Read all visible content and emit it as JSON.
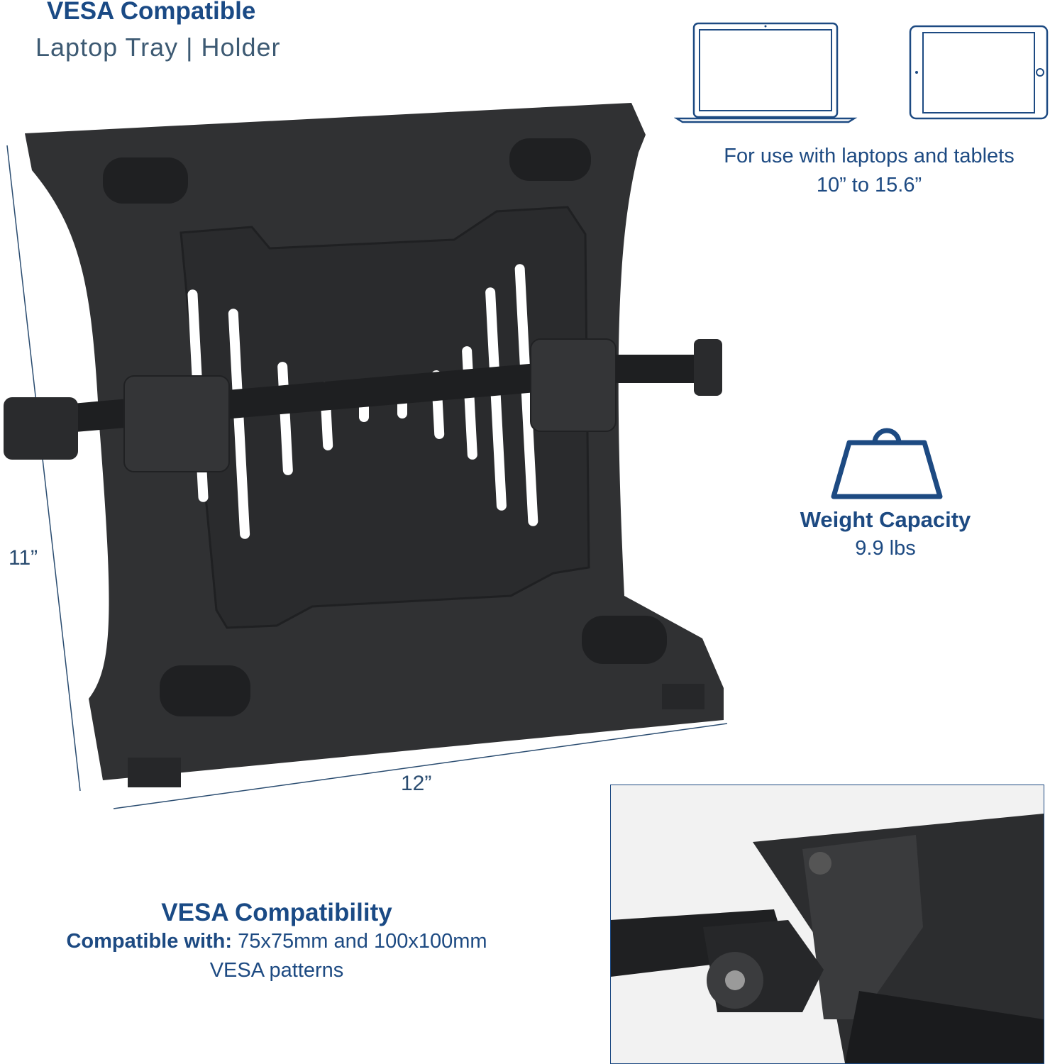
{
  "header": {
    "title": "VESA Compatible",
    "subtitle": "Laptop Tray | Holder"
  },
  "compatibility_devices": {
    "text_line1": "For use with laptops and tablets",
    "text_line2": "10” to 15.6”",
    "icons": [
      "laptop-icon",
      "tablet-icon"
    ]
  },
  "weight": {
    "label": "Weight Capacity",
    "value": "9.9 lbs",
    "icon": "weight-icon"
  },
  "dimensions": {
    "height": "11”",
    "width": "12”"
  },
  "vesa": {
    "title": "VESA Compatibility",
    "label": "Compatible with:",
    "value": " 75x75mm and 100x100mm",
    "line2": "VESA patterns"
  },
  "colors": {
    "brand": "#1a4a85",
    "tray": "#2e2f31"
  }
}
